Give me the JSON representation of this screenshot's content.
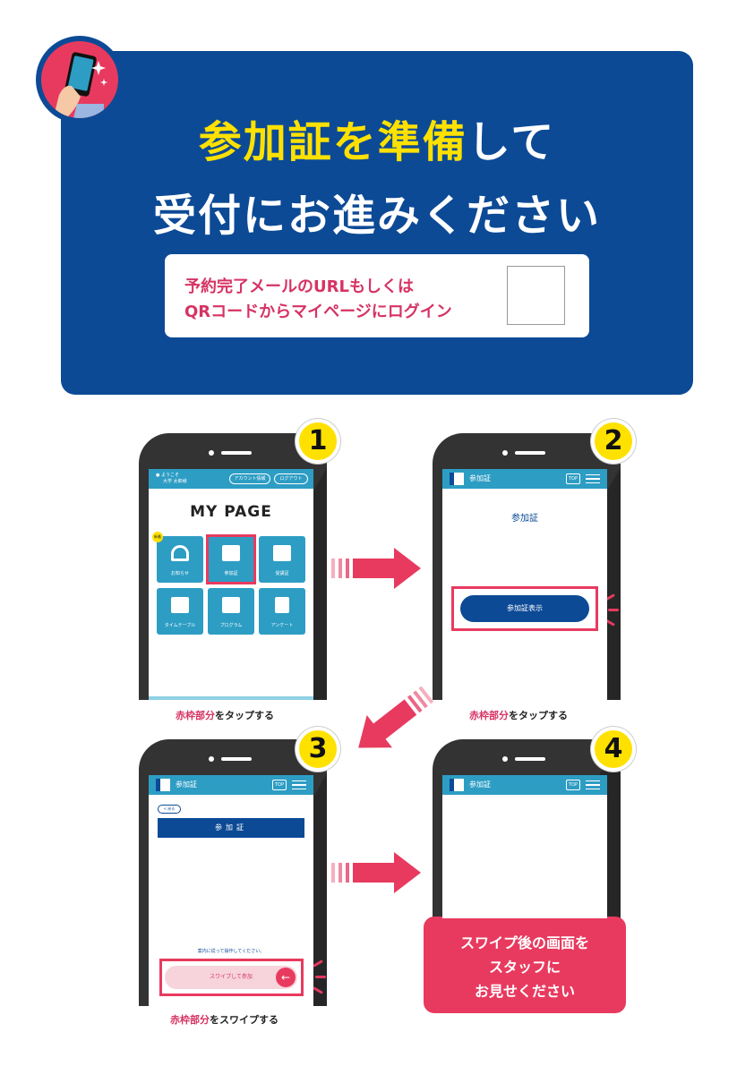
{
  "header": {
    "title_line1_highlight": "参加証を準備",
    "title_line1_rest": "して",
    "title_line2": "受付にお進みください",
    "info_line1": "予約完了メールのURLもしくは",
    "info_line2": "QRコードからマイページにログイン"
  },
  "steps": [
    {
      "number": "1",
      "caption_red": "赤枠部分",
      "caption_rest": "をタップする"
    },
    {
      "number": "2",
      "caption_red": "赤枠部分",
      "caption_rest": "をタップする"
    },
    {
      "number": "3",
      "caption_red": "赤枠部分",
      "caption_rest": "をスワイプする"
    },
    {
      "number": "4"
    }
  ],
  "phone1": {
    "greeting_line1": "ようこそ",
    "greeting_line2": "大学 太郎様",
    "account_button": "アカウント情報",
    "logout_button": "ログアウト",
    "page_title": "MY PAGE",
    "new_badge": "新着",
    "tiles": [
      "お知らせ",
      "参加証",
      "受講証",
      "タイムテーブル",
      "プログラム",
      "アンケート"
    ]
  },
  "phone2": {
    "appbar_title": "参加証",
    "top_label": "TOP",
    "heading": "参加証",
    "show_button": "参加証表示"
  },
  "phone3": {
    "appbar_title": "参加証",
    "top_label": "TOP",
    "back_button": "< 戻る",
    "heading": "参加証",
    "hint": "案内に従って操作してください。",
    "swipe_label": "スワイプして参加",
    "swipe_arrow": "←"
  },
  "phone4": {
    "appbar_title": "参加証",
    "top_label": "TOP"
  },
  "callout": {
    "line1": "スワイプ後の画面を",
    "line2": "スタッフに",
    "line3": "お見せください"
  },
  "colors": {
    "navy": "#0c4a96",
    "yellow": "#ffe100",
    "pink": "#e83a5f",
    "teal": "#2d9dc4"
  }
}
